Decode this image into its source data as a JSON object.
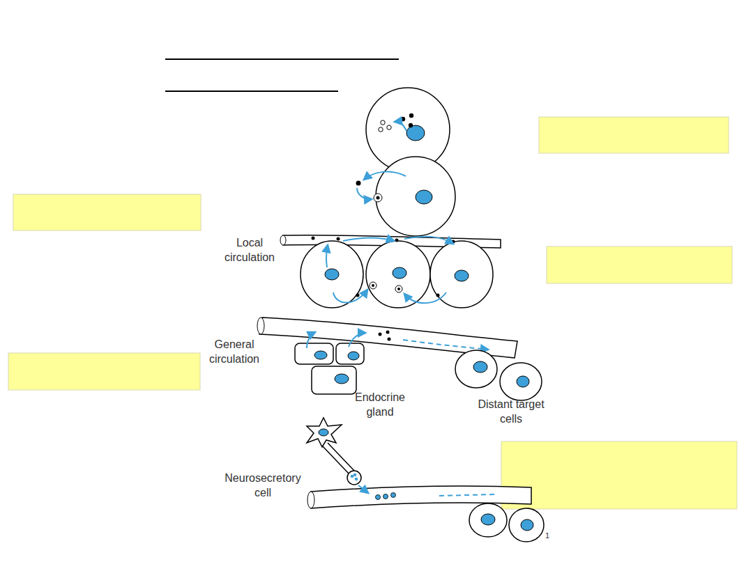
{
  "diagram": {
    "labels": [
      "Local circulation",
      "General circulation",
      "Endocrine gland",
      "Distant target cells",
      "Neurosecretory cell",
      "1"
    ]
  }
}
